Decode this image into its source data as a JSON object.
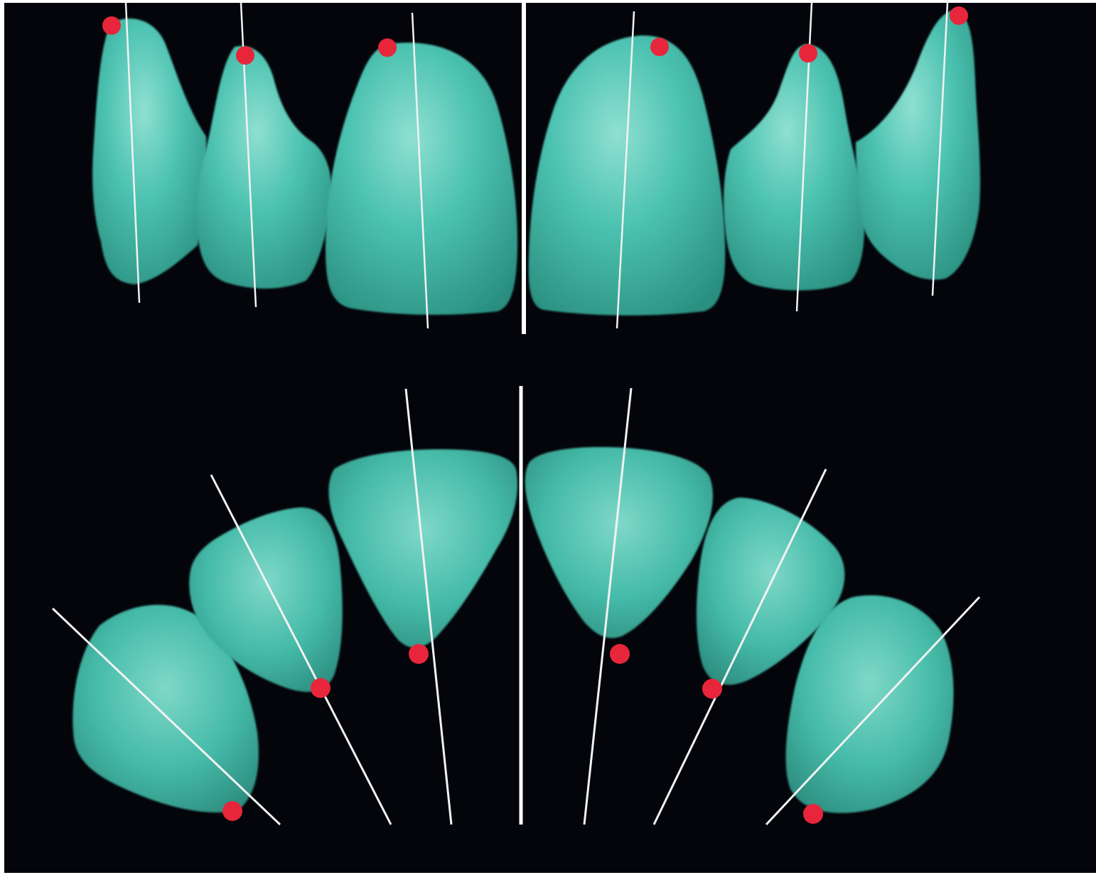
{
  "image": {
    "subject": "dental-anatomy-figure",
    "panels": [
      {
        "id": "frontal-view",
        "tooth_count": 6,
        "axis_count": 6,
        "marker_count": 6
      },
      {
        "id": "incisal-view",
        "tooth_count": 6,
        "axis_count": 6,
        "marker_count": 6
      }
    ]
  },
  "colors": {
    "background": "#03050a",
    "border": "#ffffff",
    "tooth_fill": "#3fb8a6",
    "tooth_highlight": "#8fe0d2",
    "tooth_shadow": "#2a8f80",
    "axis_line": "#f2f2f2",
    "midline": "#ffffff",
    "marker": "#e8263b"
  }
}
